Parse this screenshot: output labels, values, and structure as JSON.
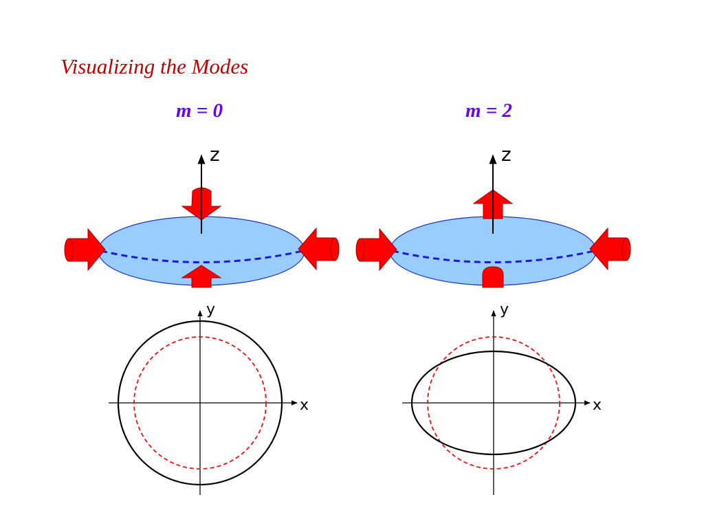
{
  "title": "Visualizing the Modes",
  "colors": {
    "title": "#c00000",
    "mode_label": "#6600ff",
    "disk_fill": "#99ccff",
    "disk_stroke": "#1a33cc",
    "equator_dash": "#1a1add",
    "arrow_fill": "#ff0000",
    "arrow_stroke": "#990000",
    "orbit_solid": "#000000",
    "orbit_dashed": "#ee1111"
  },
  "modes": [
    {
      "label": "m = 0",
      "top_view_axis_label": "z",
      "bottom_view_x_label": "x",
      "bottom_view_y_label": "y",
      "arrows": "compress-all"
    },
    {
      "label": "m = 2",
      "top_view_axis_label": "z",
      "bottom_view_x_label": "x",
      "bottom_view_y_label": "y",
      "arrows": "compress-radial-expand-vertical"
    }
  ]
}
